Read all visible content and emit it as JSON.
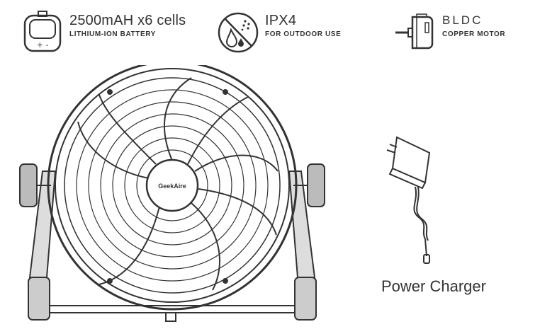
{
  "features": {
    "battery": {
      "title": "2500mAH x6 cells",
      "subtitle": "Lithium-ion Battery",
      "icon": "battery-icon",
      "terminal_label": "+ -"
    },
    "waterproof": {
      "title": "IPX4",
      "subtitle": "For Outdoor Use",
      "icon": "water-drop-icon"
    },
    "motor": {
      "title": "BLDC",
      "subtitle": "Copper Motor",
      "icon": "motor-icon"
    }
  },
  "fan": {
    "brand": "GeekAire",
    "icon": "fan-illustration"
  },
  "charger": {
    "caption": "Power Charger",
    "icon": "power-charger-illustration"
  }
}
